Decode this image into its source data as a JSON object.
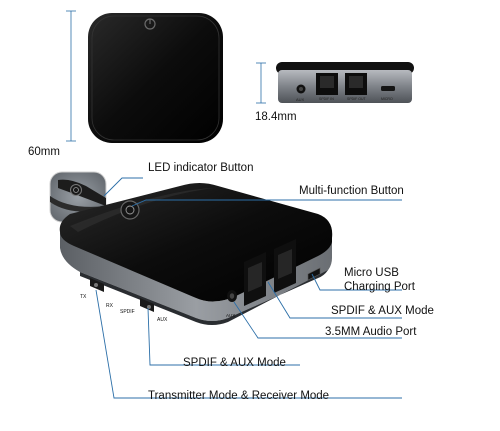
{
  "dimensions": {
    "width_label": "60mm",
    "thickness_label": "18.4mm"
  },
  "device_markings": {
    "spdif_in": "SPDIF IN",
    "spdif_out": "SPDIF OUT",
    "aux": "AUX",
    "micro": "MICRO",
    "tx": "TX",
    "rx": "RX",
    "spdif": "SPDIF"
  },
  "callouts": {
    "led_indicator": "LED indicator Button",
    "multi_function": "Multi-function Button",
    "micro_usb_line1": "Micro USB",
    "micro_usb_line2": "Charging Port",
    "spdif_aux_mode_right": "SPDIF & AUX Mode",
    "audio_port": "3.5MM Audio Port",
    "spdif_aux_mode_left": "SPDIF & AUX Mode",
    "tx_rx_mode": "Transmitter Mode & Receiver Mode"
  },
  "colors": {
    "line": "#2c6fa8",
    "device_body": "#111111",
    "metal": "#8c8f94"
  }
}
